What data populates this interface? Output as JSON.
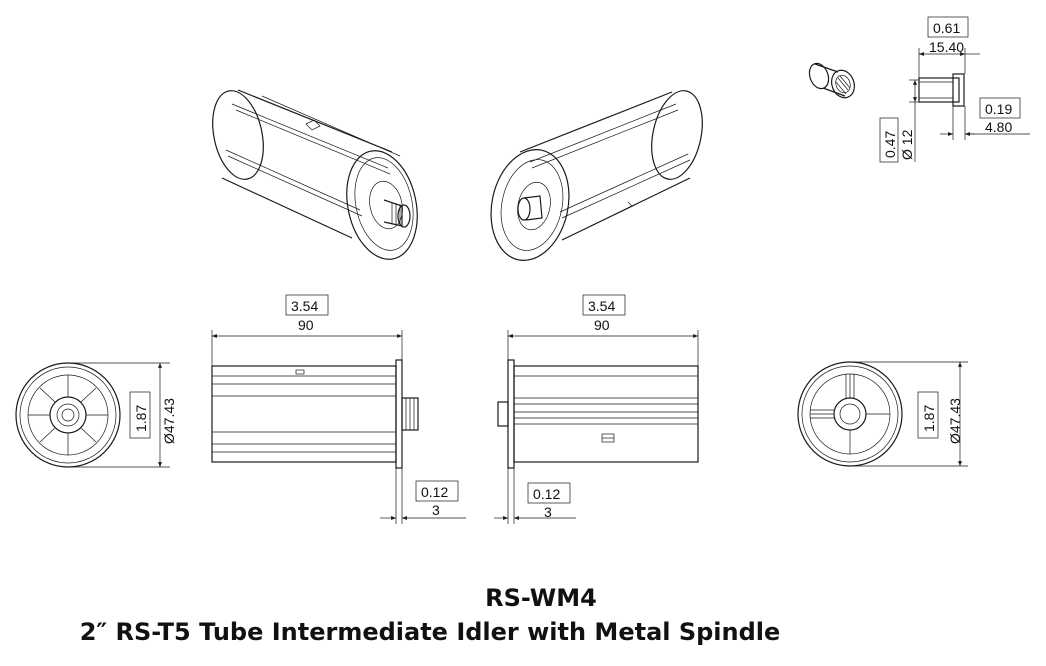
{
  "title": {
    "part_number": "RS-WM4",
    "description": "2″ RS-T5 Tube Intermediate Idler with Metal Spindle"
  },
  "dimensions": {
    "bearing_length_in": "0.61",
    "bearing_length_mm": "15.40",
    "bearing_diameter_in": "0.47",
    "bearing_diameter_mm": "Ø 12",
    "bearing_flange_in": "0.19",
    "bearing_flange_mm": "4.80",
    "left_length_in": "3.54",
    "left_length_mm": "90",
    "right_length_in": "3.54",
    "right_length_mm": "90",
    "left_end_diameter_in": "1.87",
    "left_end_diameter_mm": "Ø47.43",
    "right_end_diameter_in": "1.87",
    "right_end_diameter_mm": "Ø47.43",
    "left_flange_in": "0.12",
    "left_flange_mm": "3",
    "right_flange_in": "0.12",
    "right_flange_mm": "3"
  }
}
